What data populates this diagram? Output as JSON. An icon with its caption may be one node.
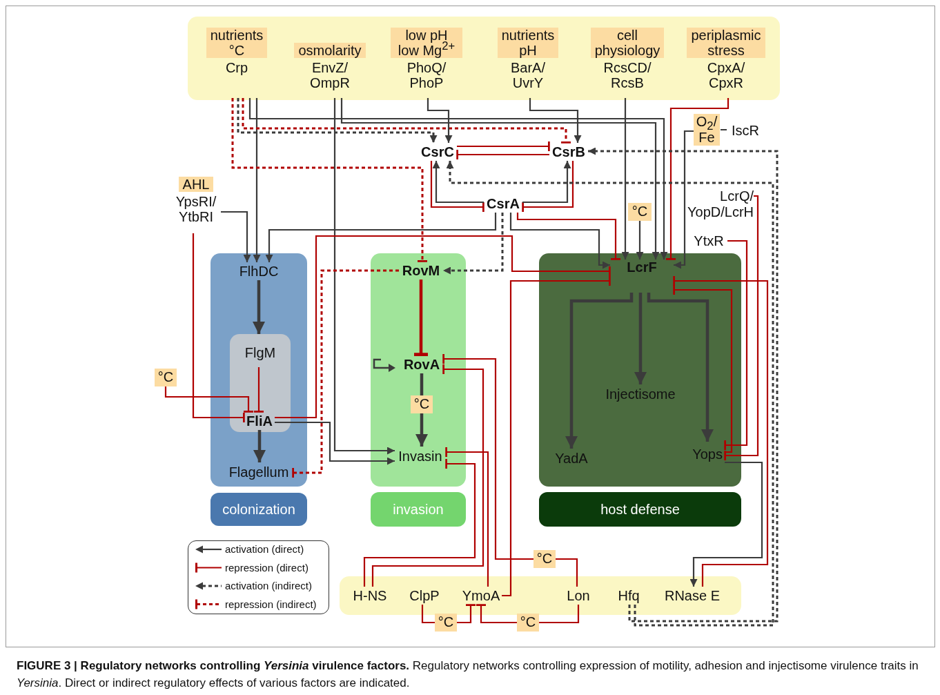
{
  "diagram": {
    "caption": "**FIGURE 3 | Regulatory networks controlling *Yersinia* virulence factors.** Regulatory networks controlling expression of motility, adhesion and injectisome virulence traits in *Yersinia*. Direct or indirect regulatory effects of various factors are indicated.",
    "nodes": [
      {
        "text": [],
        "shape": "box"
      },
      {
        "text": [
          "nutrients °C",
          "Crp"
        ],
        "in": 0
      },
      {
        "text": [
          "osmolarity",
          "EnvZ/ OmpR"
        ],
        "in": 0
      },
      {
        "text": [
          "low pH low Mg$^{2+}$",
          "PhoQ/ PhoP"
        ],
        "in": 0
      },
      {
        "text": [
          "nutrients pH",
          "BarA/ UvrY"
        ],
        "in": 0
      },
      {
        "text": [
          "cell physiology",
          "RcsCD/ RcsB"
        ],
        "in": 0
      },
      {
        "text": [
          "periplasmic stress",
          "CpxA/ CpxR"
        ],
        "in": 0
      },
      {
        "text": [
          "CsrC"
        ]
      },
      {
        "text": [
          "CsrB"
        ]
      },
      {
        "text": [
          "CsrA"
        ]
      },
      {
        "text": [
          "O$_{2}$/ Fe"
        ],
        "beside": [
          "IscR"
        ]
      },
      {
        "text": [
          "AHL",
          "YpsRI/ YtbRI"
        ]
      },
      {
        "text": [
          "LcrQ/ YopD/LcrH"
        ]
      },
      {
        "text": [
          "YtxR"
        ]
      },
      {
        "text": [
          "°C"
        ]
      },
      {
        "text": [],
        "shape": "box"
      },
      {
        "text": [
          "FlhDC"
        ],
        "in": 15
      },
      {
        "text": [
          "FlgM"
        ],
        "in": 15
      },
      {
        "text": [
          "FliA"
        ],
        "in": 17
      },
      {
        "text": [
          "Flagellum"
        ],
        "in": 15
      },
      {
        "text": [
          "colonization"
        ]
      },
      {
        "text": [],
        "shape": "box"
      },
      {
        "text": [
          "RovM"
        ],
        "in": 21
      },
      {
        "text": [
          "RovA"
        ],
        "in": 21
      },
      {
        "text": [
          "Invasin"
        ],
        "in": 21
      },
      {
        "text": [
          "invasion"
        ]
      },
      {
        "text": [],
        "shape": "box"
      },
      {
        "text": [
          "LcrF"
        ],
        "in": 26
      },
      {
        "text": [
          "Injectisome"
        ],
        "in": 26
      },
      {
        "text": [
          "YadA"
        ],
        "in": 26
      },
      {
        "text": [
          "Yops"
        ],
        "in": 26
      },
      {
        "text": [
          "host defense"
        ]
      },
      {
        "text": [
          "°C"
        ]
      },
      {
        "text": [],
        "shape": "box"
      },
      {
        "text": [
          "H-NS"
        ],
        "in": 33
      },
      {
        "text": [
          "ClpP"
        ],
        "in": 33
      },
      {
        "text": [
          "YmoA"
        ],
        "in": 33
      },
      {
        "text": [
          "Lon"
        ],
        "in": 33
      },
      {
        "text": [
          "Hfq"
        ],
        "in": 33
      },
      {
        "text": [
          "RNase E"
        ],
        "in": 33
      },
      {
        "text": [
          "°C"
        ],
        "in": 21
      },
      {
        "text": [
          "°C"
        ]
      },
      {
        "text": [
          "°C"
        ]
      },
      {
        "text": [
          "°C"
        ]
      }
    ],
    "edges": [
      {
        "from": 1,
        "to": 16,
        "arrow": "to",
        "color": "#3b3b3b"
      },
      {
        "from": 1,
        "to": 7,
        "arrow": "to",
        "style": "dashed",
        "color": "#3b3b3b"
      },
      {
        "from": 1,
        "to": 8,
        "arrow": "other",
        "style": "dashed"
      },
      {
        "from": 1,
        "to": 22,
        "arrow": "other",
        "style": "dashed"
      },
      {
        "from": 1,
        "to": 27,
        "arrow": "to",
        "color": "#3b3b3b"
      },
      {
        "from": 2,
        "to": 27,
        "arrow": "to",
        "color": "#3b3b3b"
      },
      {
        "from": 2,
        "to": 24,
        "arrow": "to",
        "color": "#3b3b3b"
      },
      {
        "from": 3,
        "to": 7,
        "arrow": "to",
        "color": "#3b3b3b"
      },
      {
        "from": 4,
        "to": 8,
        "arrow": "to",
        "color": "#3b3b3b"
      },
      {
        "from": 5,
        "to": 27,
        "arrow": "to",
        "color": "#3b3b3b"
      },
      {
        "from": 6,
        "to": 27,
        "arrow": "other"
      },
      {
        "from": 10,
        "to": 27,
        "arrow": "to",
        "color": "#3b3b3b"
      },
      {
        "from": 11,
        "to": 16,
        "arrow": "to",
        "color": "#3b3b3b"
      },
      {
        "from": 11,
        "to": 18,
        "arrow": "other"
      },
      {
        "from": 12,
        "to": 30,
        "arrow": "other"
      },
      {
        "from": 13,
        "to": 30,
        "arrow": "other"
      },
      {
        "from": 14,
        "to": 27,
        "arrow": "to",
        "color": "#3b3b3b"
      },
      {
        "from": 7,
        "to": 8,
        "arrow": "other"
      },
      {
        "from": 8,
        "to": 7,
        "arrow": "other"
      },
      {
        "from": 7,
        "to": 9,
        "arrow": "other"
      },
      {
        "from": 9,
        "to": 7,
        "arrow": "to",
        "color": "#3b3b3b"
      },
      {
        "from": 8,
        "to": 9,
        "arrow": "other"
      },
      {
        "from": 9,
        "to": 8,
        "arrow": "to",
        "color": "#3b3b3b"
      },
      {
        "from": 9,
        "to": 16,
        "arrow": "to",
        "color": "#3b3b3b"
      },
      {
        "from": 9,
        "to": 22,
        "arrow": "to",
        "style": "dashed",
        "color": "#3b3b3b"
      },
      {
        "from": 9,
        "to": 27,
        "arrow": "to",
        "color": "#3b3b3b"
      },
      {
        "from": 9,
        "to": 27,
        "arrow": "other"
      },
      {
        "from": 18,
        "to": 27,
        "arrow": "other"
      },
      {
        "from": 16,
        "to": 17,
        "arrow": "to",
        "style": "thick",
        "color": "#3b3b3b"
      },
      {
        "from": 17,
        "to": 18,
        "arrow": "other"
      },
      {
        "from": 18,
        "to": 19,
        "arrow": "to",
        "style": "thick",
        "color": "#3b3b3b"
      },
      {
        "from": 18,
        "to": 24,
        "arrow": "to",
        "color": "#3b3b3b"
      },
      {
        "from": 32,
        "to": 18,
        "arrow": "other"
      },
      {
        "from": 22,
        "to": 23,
        "arrow": "other",
        "style": "thick"
      },
      {
        "from": 22,
        "to": 19,
        "arrow": "other",
        "style": "dashed"
      },
      {
        "from": 23,
        "to": 40,
        "arrow": "none",
        "style": "thick",
        "color": "#3b3b3b"
      },
      {
        "from": 27,
        "to": 29,
        "arrow": "to",
        "style": "thick",
        "color": "#3b3b3b"
      },
      {
        "from": 27,
        "to": 28,
        "arrow": "to",
        "style": "thick",
        "color": "#3b3b3b"
      },
      {
        "from": 27,
        "to": 30,
        "arrow": "to",
        "style": "thick",
        "color": "#3b3b3b"
      },
      {
        "from": 30,
        "to": 27,
        "arrow": "other"
      },
      {
        "from": 30,
        "to": 39,
        "arrow": "to",
        "color": "#3b3b3b"
      },
      {
        "from": 39,
        "to": 27,
        "arrow": "other"
      },
      {
        "from": 36,
        "to": 27,
        "arrow": "other"
      },
      {
        "from": 34,
        "to": 24,
        "arrow": "other"
      },
      {
        "from": 34,
        "to": 23,
        "arrow": "other"
      },
      {
        "from": 36,
        "to": 24,
        "arrow": "other"
      },
      {
        "from": 37,
        "to": 41,
        "arrow": "none"
      },
      {
        "from": 35,
        "to": 42,
        "arrow": "none"
      },
      {
        "from": 37,
        "to": 43,
        "arrow": "none"
      },
      {
        "from": 38,
        "to": 8,
        "arrow": "to",
        "style": "dashed",
        "color": "#3b3b3b"
      },
      {
        "from": 38,
        "to": 7,
        "arrow": "to",
        "style": "dashed",
        "color": "#3b3b3b"
      },
      {
        "from": 40,
        "to": 24,
        "arrow": "to",
        "style": "thick",
        "color": "#3b3b3b"
      },
      {
        "from": 41,
        "to": 23,
        "arrow": "other"
      },
      {
        "from": 42,
        "to": 36,
        "arrow": "other"
      },
      {
        "from": 43,
        "to": 36,
        "arrow": "other"
      }
    ],
    "legend": [
      {
        "text": "activation (direct)"
      },
      {
        "text": "repression (direct)"
      },
      {
        "text": "activation (indirect)"
      },
      {
        "text": "repression (indirect)"
      }
    ]
  }
}
